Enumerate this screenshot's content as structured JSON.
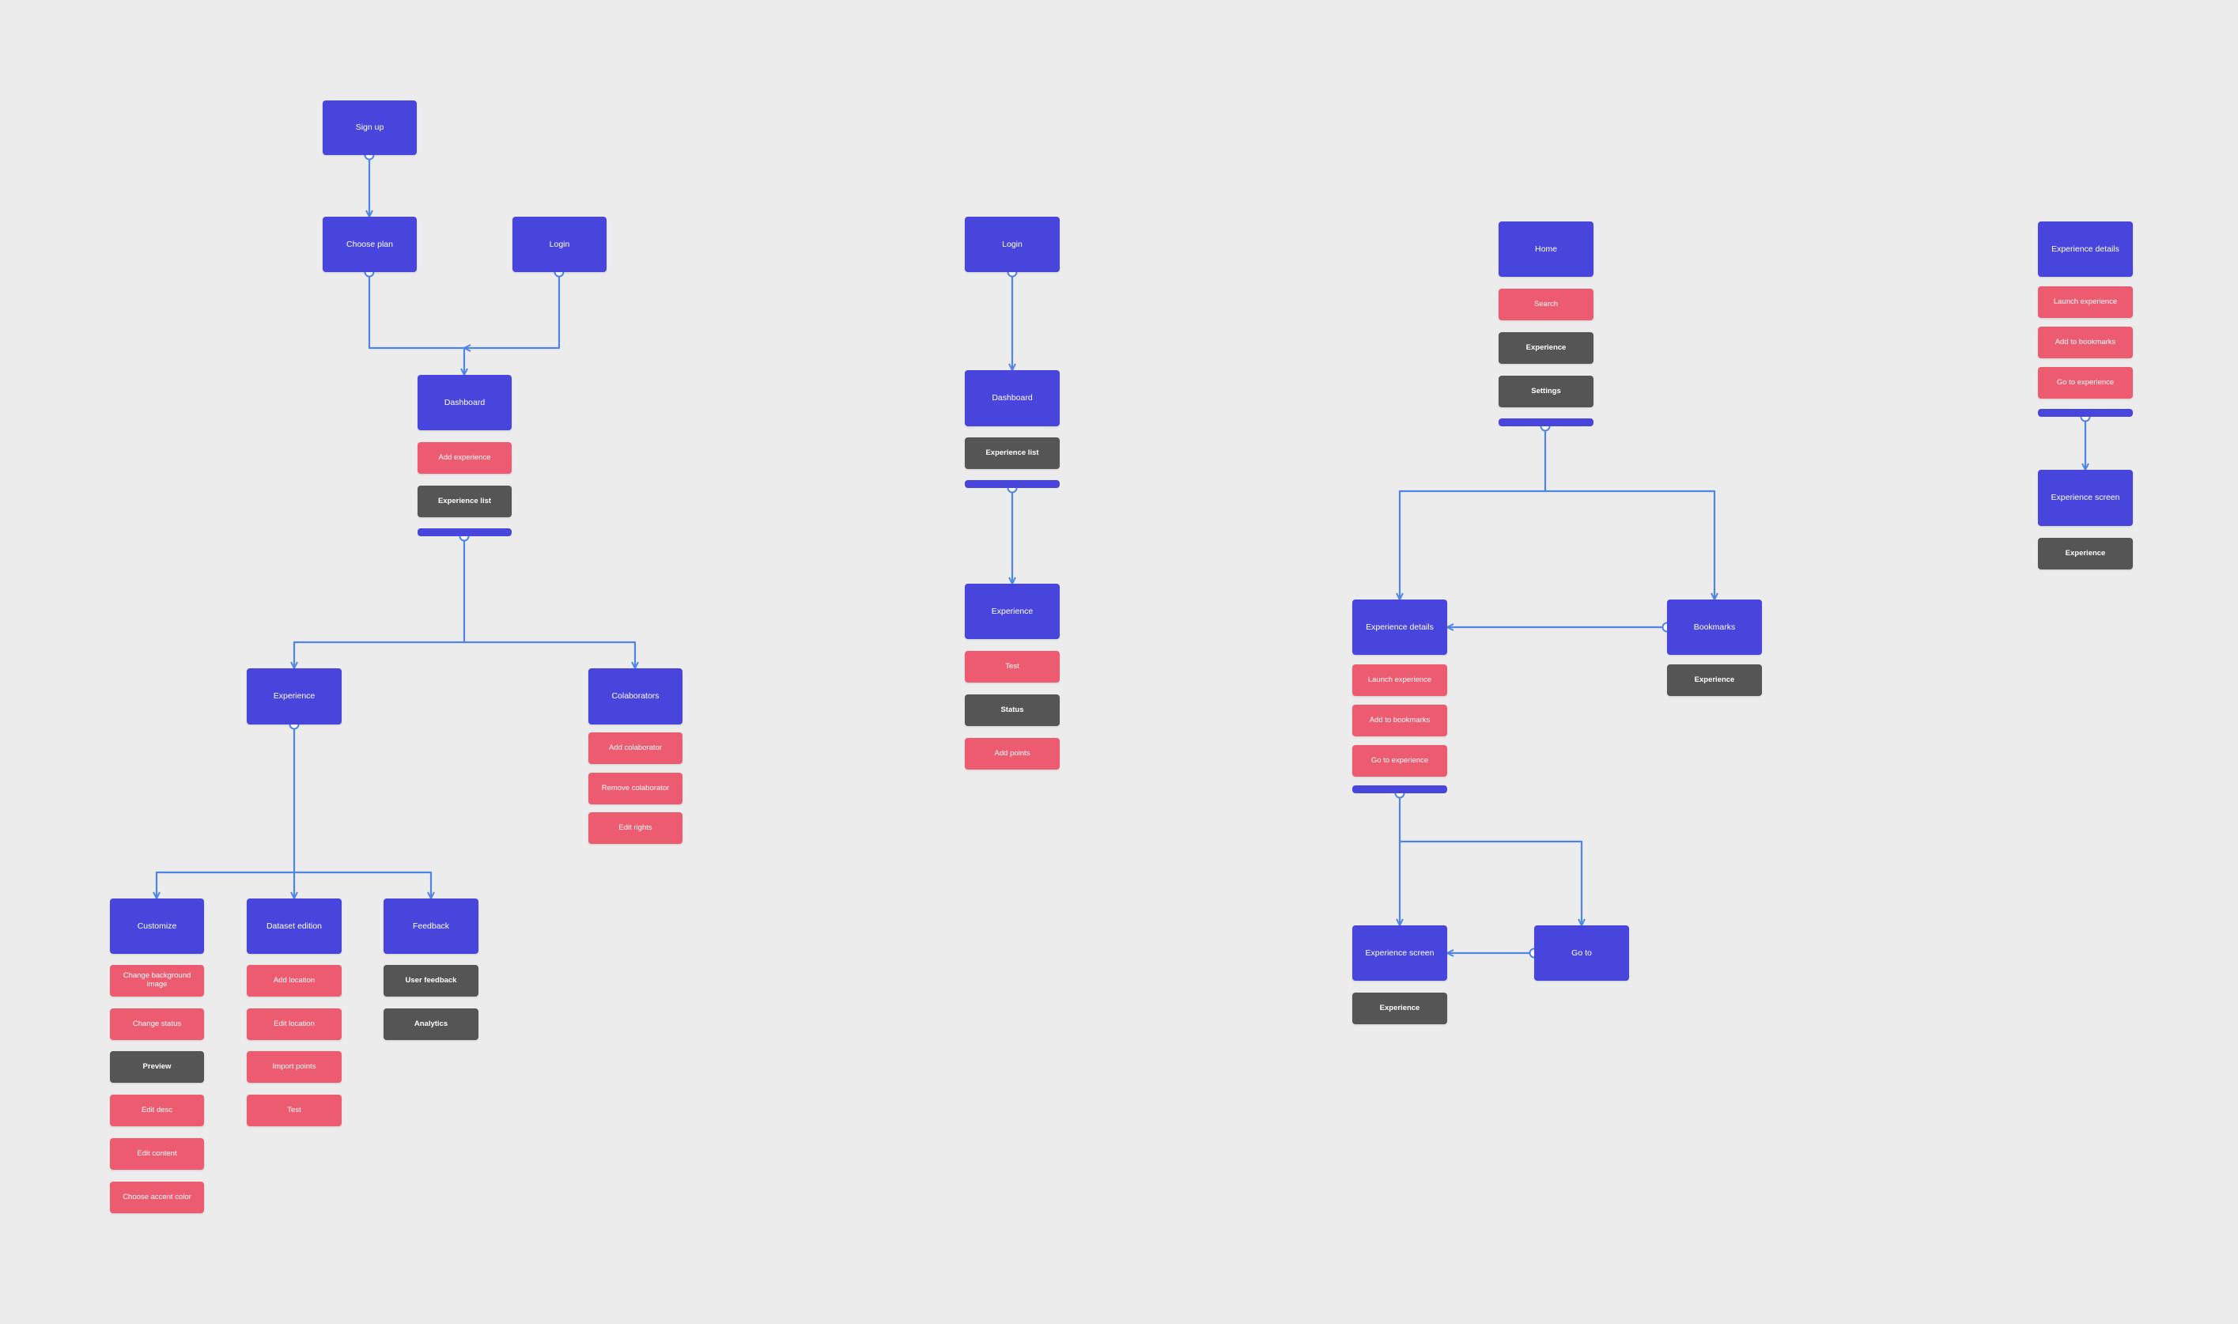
{
  "colors": {
    "background": "#ececec",
    "screen": "#4845dc",
    "action": "#ec5b6f",
    "view": "#555555",
    "connector": "#4f86e6"
  },
  "nodes": {
    "a_signup": "Sign up",
    "a_choose_plan": "Choose plan",
    "a_login": "Login",
    "a_dashboard": "Dashboard",
    "a_add_experience": "Add experience",
    "a_experience_list": "Experience list",
    "a_experience": "Experience",
    "a_colaborators": "Colaborators",
    "a_add_colaborator": "Add colaborator",
    "a_remove_colaborator": "Remove colaborator",
    "a_edit_rights": "Edit rights",
    "a_customize": "Customize",
    "a_dataset_edition": "Dataset edition",
    "a_feedback": "Feedback",
    "a_change_bg": "Change background image",
    "a_change_status": "Change status",
    "a_preview": "Preview",
    "a_edit_desc": "Edit desc",
    "a_edit_content": "Edit content",
    "a_choose_accent": "Choose accent color",
    "a_add_location": "Add location",
    "a_edit_location": "Edit location",
    "a_import_points": "Import points",
    "a_test": "Test",
    "a_user_feedback": "User feedback",
    "a_analytics": "Analytics",
    "b_login": "Login",
    "b_dashboard": "Dashboard",
    "b_experience_list": "Experience list",
    "b_experience": "Experience",
    "b_test": "Test",
    "b_status": "Status",
    "b_add_points": "Add points",
    "c_home": "Home",
    "c_search": "Search",
    "c_experience": "Experience",
    "c_settings": "Settings",
    "c_experience_details": "Experience details",
    "c_launch_experience": "Launch experience",
    "c_add_to_bookmarks": "Add to bookmarks",
    "c_go_to_experience": "Go to experience",
    "c_bookmarks": "Bookmarks",
    "c_bookmarks_experience": "Experience",
    "c_experience_screen": "Experience screen",
    "c_experience_screen_experience": "Experience",
    "c_go_to": "Go to",
    "d_experience_details": "Experience details",
    "d_launch_experience": "Launch experience",
    "d_add_to_bookmarks": "Add to bookmarks",
    "d_go_to_experience": "Go to experience",
    "d_experience_screen": "Experience screen",
    "d_experience": "Experience"
  }
}
